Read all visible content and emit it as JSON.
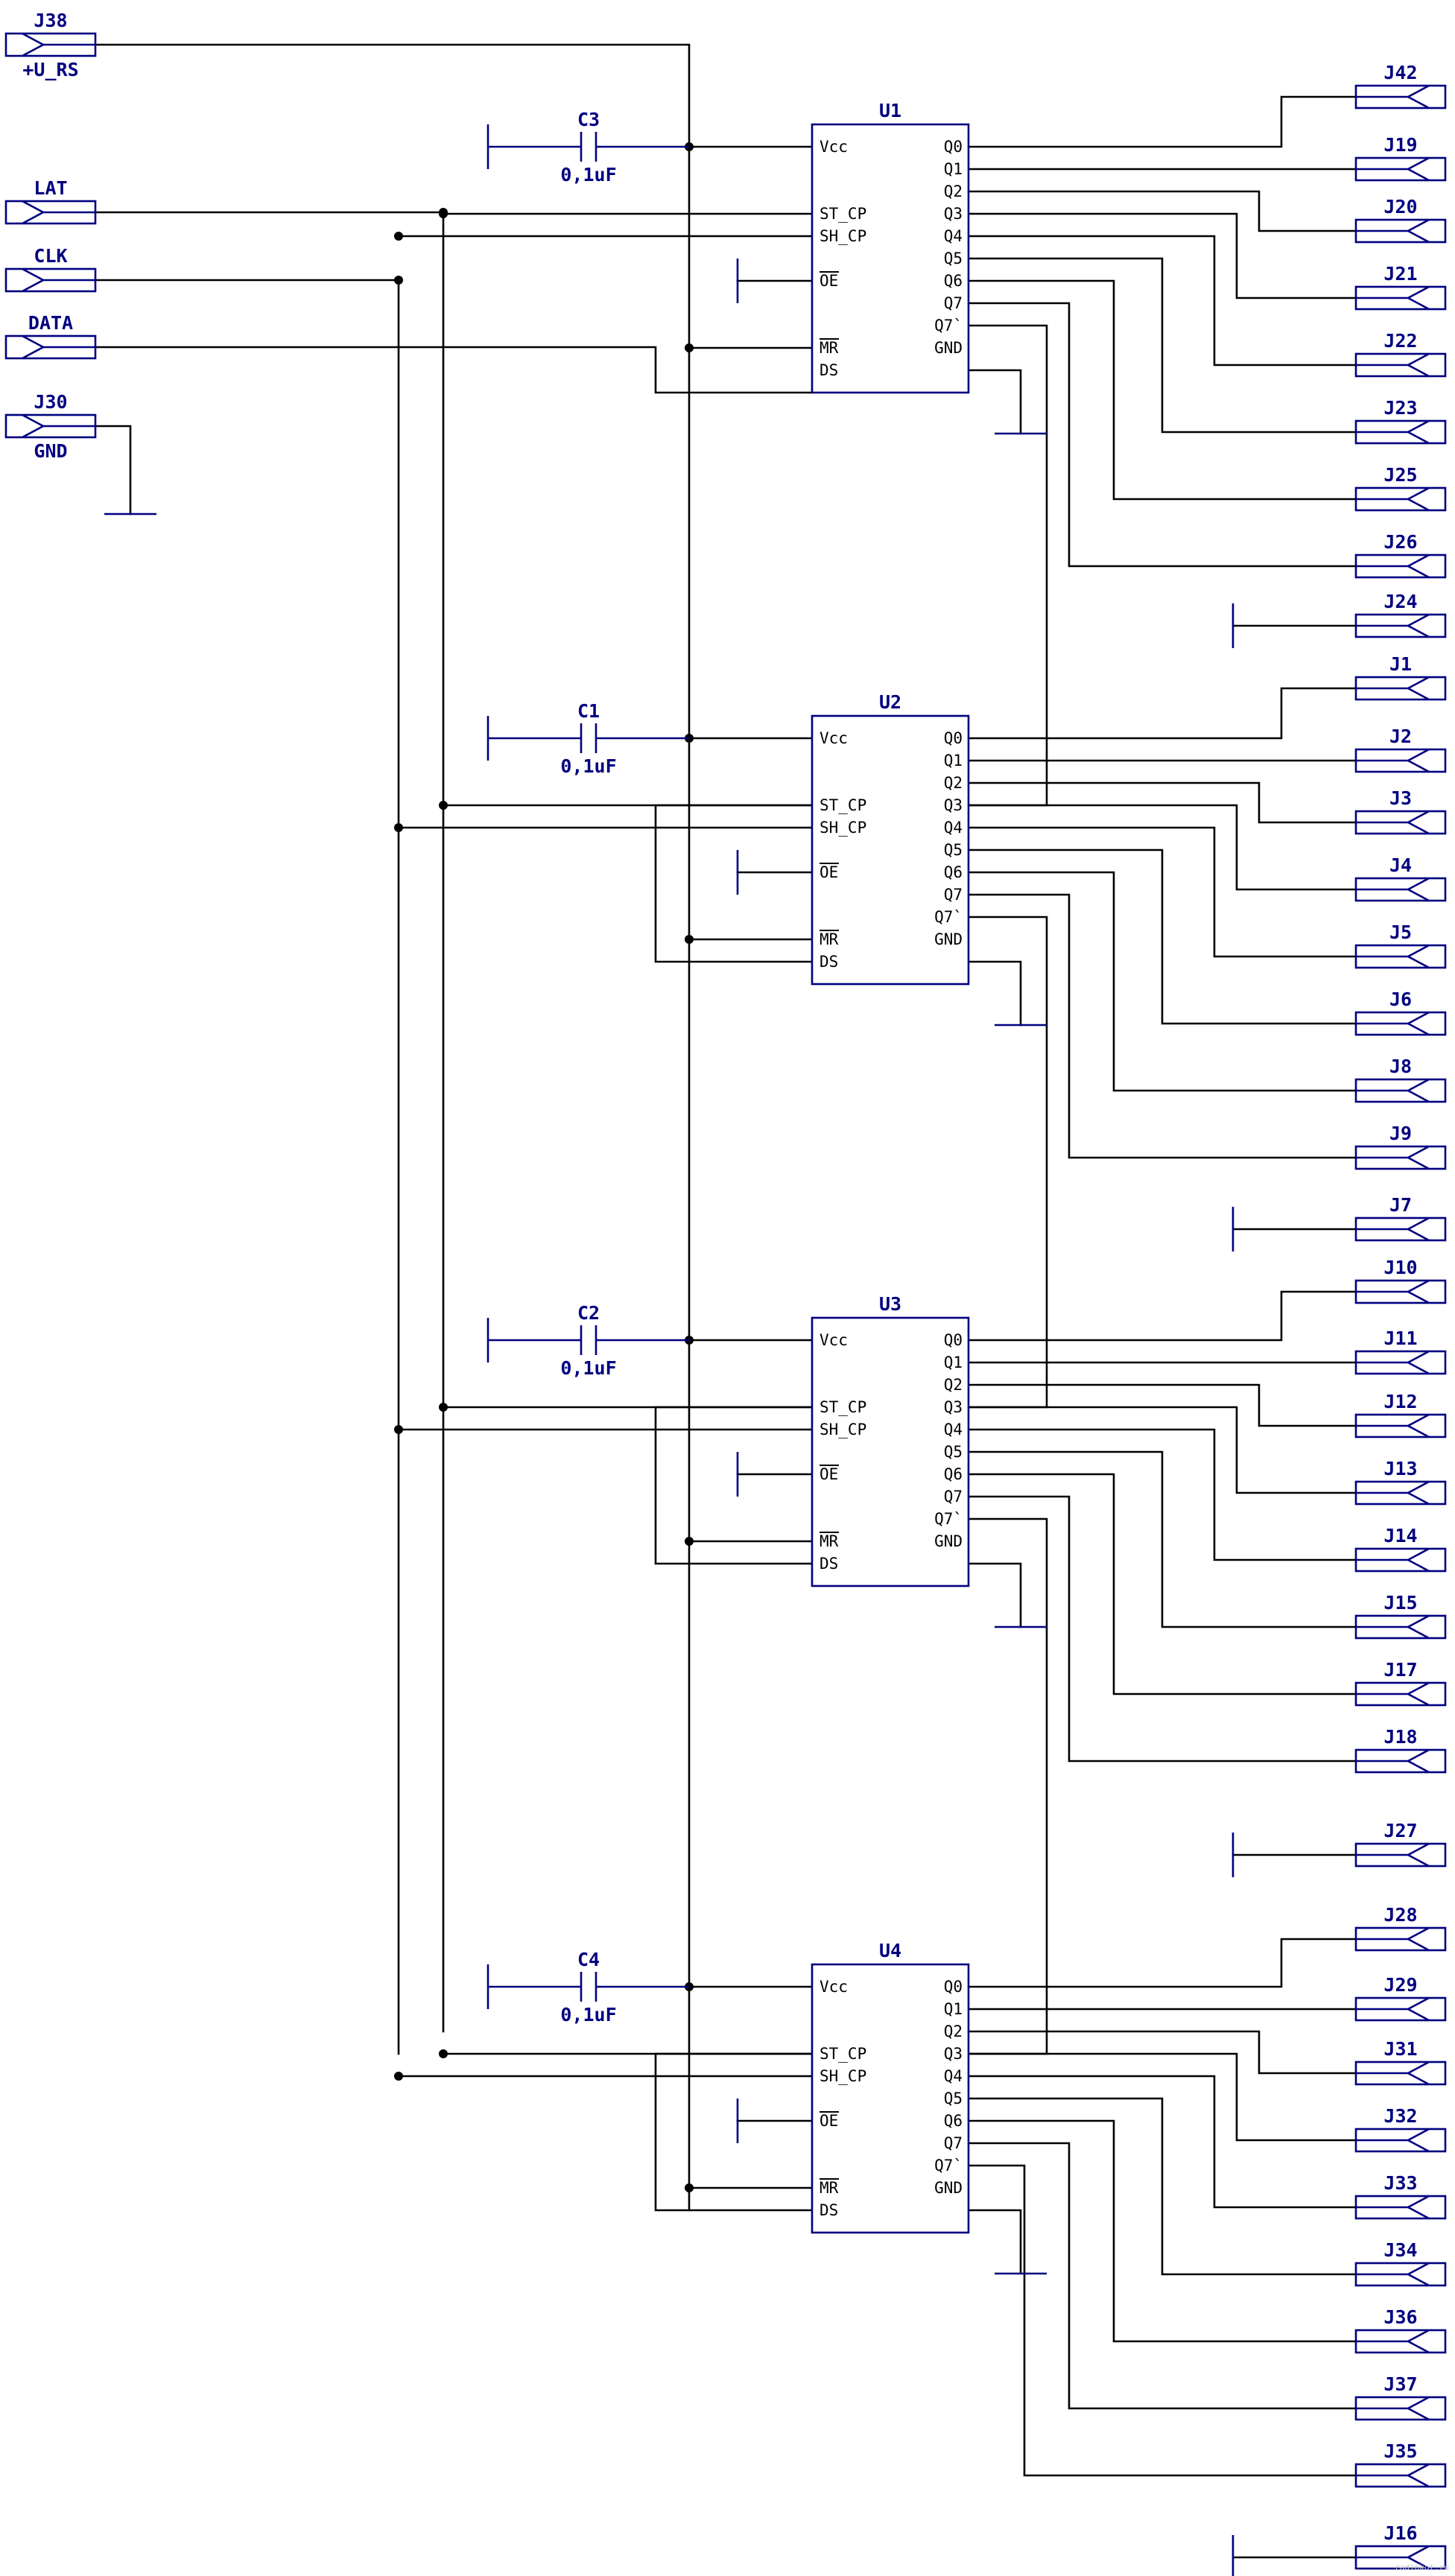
{
  "inputs": [
    {
      "ref": "J38",
      "net": "+U_RS"
    },
    {
      "ref": "",
      "net": "LAT"
    },
    {
      "ref": "",
      "net": "CLK"
    },
    {
      "ref": "",
      "net": "DATA"
    },
    {
      "ref": "J30",
      "net": "GND"
    }
  ],
  "chips": [
    {
      "ref": "U1",
      "cap": {
        "ref": "C3",
        "value": "0,1uF"
      },
      "pins_left": [
        "Vcc",
        "ST_CP",
        "SH_CP",
        "OE",
        "MR",
        "DS"
      ],
      "pins_right": [
        "Q0",
        "Q1",
        "Q2",
        "Q3",
        "Q4",
        "Q5",
        "Q6",
        "Q7",
        "Q7`",
        "GND"
      ],
      "outputs": [
        "J42",
        "J19",
        "J20",
        "J21",
        "J22",
        "J23",
        "J25",
        "J26"
      ],
      "spare": "J24"
    },
    {
      "ref": "U2",
      "cap": {
        "ref": "C1",
        "value": "0,1uF"
      },
      "pins_left": [
        "Vcc",
        "ST_CP",
        "SH_CP",
        "OE",
        "MR",
        "DS"
      ],
      "pins_right": [
        "Q0",
        "Q1",
        "Q2",
        "Q3",
        "Q4",
        "Q5",
        "Q6",
        "Q7",
        "Q7`",
        "GND"
      ],
      "outputs": [
        "J1",
        "J2",
        "J3",
        "J4",
        "J5",
        "J6",
        "J8",
        "J9"
      ],
      "spare": "J7"
    },
    {
      "ref": "U3",
      "cap": {
        "ref": "C2",
        "value": "0,1uF"
      },
      "pins_left": [
        "Vcc",
        "ST_CP",
        "SH_CP",
        "OE",
        "MR",
        "DS"
      ],
      "pins_right": [
        "Q0",
        "Q1",
        "Q2",
        "Q3",
        "Q4",
        "Q5",
        "Q6",
        "Q7",
        "Q7`",
        "GND"
      ],
      "outputs": [
        "J10",
        "J11",
        "J12",
        "J13",
        "J14",
        "J15",
        "J17",
        "J18"
      ],
      "spare": "J27"
    },
    {
      "ref": "U4",
      "cap": {
        "ref": "C4",
        "value": "0,1uF"
      },
      "pins_left": [
        "Vcc",
        "ST_CP",
        "SH_CP",
        "OE",
        "MR",
        "DS"
      ],
      "pins_right": [
        "Q0",
        "Q1",
        "Q2",
        "Q3",
        "Q4",
        "Q5",
        "Q6",
        "Q7",
        "Q7`",
        "GND"
      ],
      "outputs": [
        "J28",
        "J29",
        "J31",
        "J32",
        "J33",
        "J34",
        "J36",
        "J37",
        "J35"
      ],
      "spare": "J16"
    }
  ],
  "watermark": "radiokot.ru",
  "colors": {
    "wire": "#000000",
    "symbol": "#000080",
    "background": "#ffffff"
  }
}
